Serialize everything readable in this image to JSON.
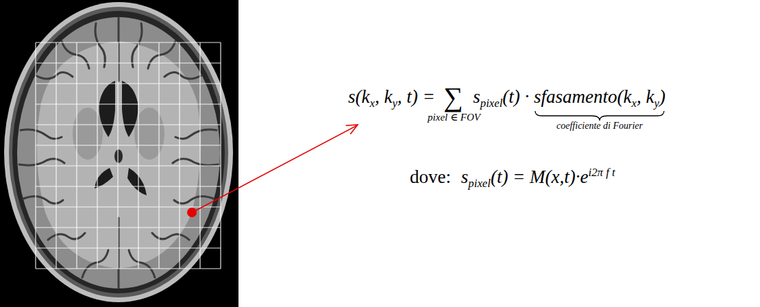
{
  "diagram": {
    "labels": [
      "s(k",
      "x",
      ", k",
      "y",
      ", t) =",
      "∑",
      "pixel ∈ FOV",
      "s",
      "pixel",
      "(t) ·",
      "sfasamento(k",
      "x",
      ", k",
      "y",
      ")",
      "coefficiente di Fourier",
      "dove:",
      "s",
      "pixel",
      "(t) = M(x,t)·e",
      "i2π f t"
    ]
  }
}
